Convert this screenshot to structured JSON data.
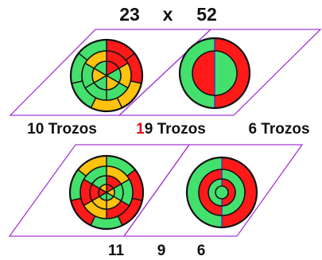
{
  "title": {
    "left": "23",
    "op": "x",
    "right": "52"
  },
  "labels": {
    "left": "10 Trozos",
    "middle_first_digit": "1",
    "middle_rest": "9 Trozos",
    "right": "6 Trozos"
  },
  "bottom_numbers": [
    "11",
    "9",
    "6"
  ],
  "colors": {
    "red": "#ff1a1a",
    "green": "#44e06e",
    "yellow": "#ffc20e",
    "blue": "#2f2fd8",
    "outline": "#111111",
    "frame": "#a23ad8",
    "highlight_digit": "#e01010"
  },
  "circles": [
    {
      "name": "top-left-circle",
      "rings": [
        {
          "colors": [
            "red",
            "red",
            "yellow",
            "yellow",
            "green",
            "green",
            "green"
          ]
        },
        {
          "colors": [
            "red",
            "yellow",
            "green",
            "green",
            "green",
            "yellow"
          ]
        },
        {
          "colors": [
            "red",
            "green",
            "yellow",
            "green",
            "yellow",
            "green"
          ]
        }
      ]
    },
    {
      "name": "top-right-circle",
      "rings": [
        {
          "colors": [
            "red",
            "green"
          ]
        },
        {
          "colors": [
            "green",
            "red"
          ]
        }
      ]
    },
    {
      "name": "bottom-left-circle",
      "rings": [
        {
          "colors": [
            "green",
            "red",
            "red",
            "green",
            "red",
            "green",
            "yellow"
          ]
        },
        {
          "colors": [
            "yellow",
            "green",
            "red",
            "yellow",
            "red",
            "green"
          ]
        },
        {
          "colors": [
            "red",
            "green",
            "yellow",
            "yellow",
            "red",
            "green"
          ]
        },
        {
          "colors": [
            "red",
            "yellow",
            "green",
            "green",
            "red",
            "yellow"
          ]
        }
      ]
    },
    {
      "name": "bottom-right-circle",
      "rings": [
        {
          "colors": [
            "red",
            "green"
          ]
        },
        {
          "colors": [
            "green",
            "red"
          ]
        },
        {
          "colors": [
            "red",
            "green"
          ]
        },
        {
          "colors": [
            "green"
          ]
        }
      ]
    }
  ]
}
